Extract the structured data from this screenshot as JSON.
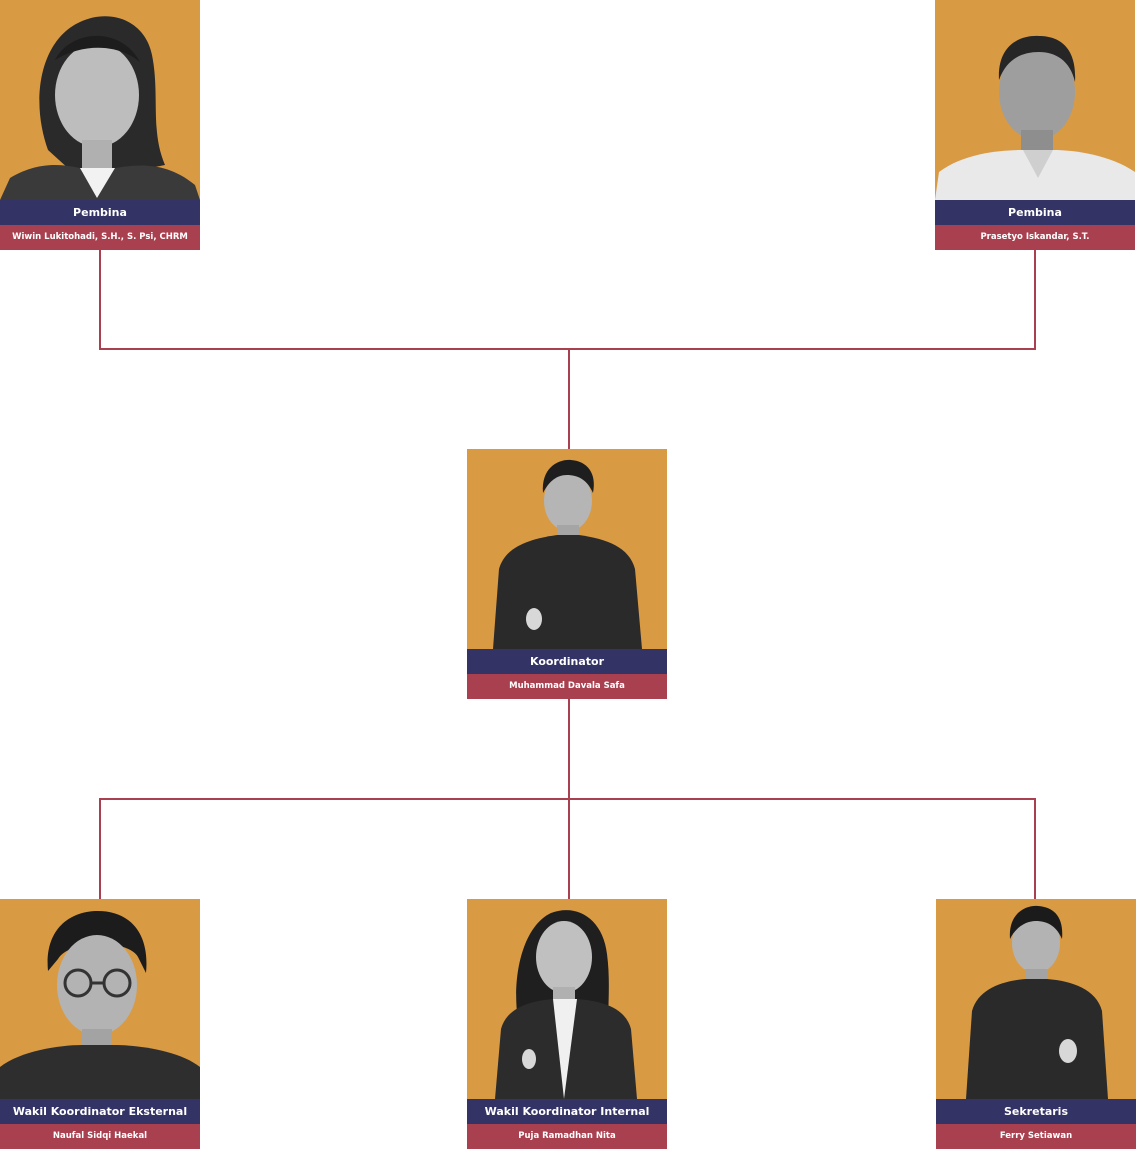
{
  "colors": {
    "photo_background": "#d99a44",
    "role_bar": "#343366",
    "name_bar": "#a9404f",
    "connector": "#a9404f"
  },
  "members": [
    {
      "role": "Pembina",
      "name": "Wiwin Lukitohadi, S.H., S. Psi, CHRM"
    },
    {
      "role": "Pembina",
      "name": "Prasetyo Iskandar, S.T."
    },
    {
      "role": "Koordinator",
      "name": "Muhammad Davala Safa"
    },
    {
      "role": "Wakil Koordinator Eksternal",
      "name": "Naufal Sidqi Haekal"
    },
    {
      "role": "Wakil Koordinator Internal",
      "name": "Puja Ramadhan Nita"
    },
    {
      "role": "Sekretaris",
      "name": "Ferry Setiawan"
    }
  ]
}
